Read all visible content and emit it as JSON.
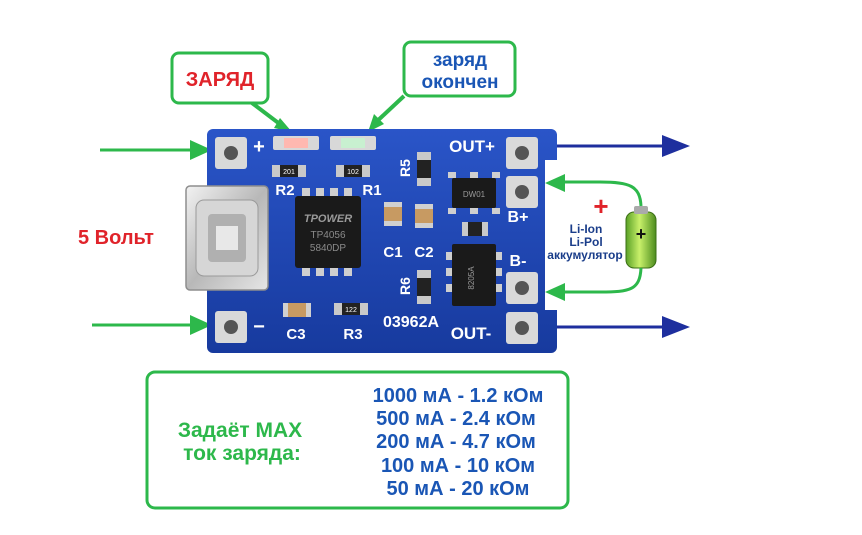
{
  "labels": {
    "charge": "ЗАРЯД",
    "charge_done_line1": "заряд",
    "charge_done_line2": "окончен",
    "input_voltage": "5 Вольт",
    "battery_line1": "Li-Ion",
    "battery_line2": "Li-Pol",
    "battery_line3": "аккумулятор",
    "battery_plus": "+"
  },
  "board": {
    "pad_plus": "+",
    "pad_minus": "−",
    "out_plus": "OUT+",
    "out_minus": "OUT-",
    "b_plus": "B+",
    "b_minus": "B-",
    "r1": "R1",
    "r2": "R2",
    "r3": "R3",
    "r5": "R5",
    "r6": "R6",
    "c1": "C1",
    "c2": "C2",
    "c3": "C3",
    "model": "03962A",
    "chip_brand": "TPOWER",
    "chip_line1": "TP4056",
    "chip_line2": "5840DP",
    "r1_code": "102",
    "r2_code": "201",
    "r3_code": "122",
    "mosfet_code": "DW01",
    "mosfet2_code": "8205A"
  },
  "max_current": {
    "title_line1": "Задаёт MAX",
    "title_line2": "ток заряда:",
    "rows": [
      "1000 мА - 1.2 кОм",
      "500 мА - 2.4 кОм",
      "200 мА - 4.7 кОм",
      "100 мА - 10 кОм",
      "50 мА - 20 кОм"
    ]
  },
  "colors": {
    "green": "#2db84b",
    "red": "#e0232a",
    "blue": "#1a56b5",
    "board": "#1c3ea8",
    "navy_arrow": "#1e2f9e"
  }
}
